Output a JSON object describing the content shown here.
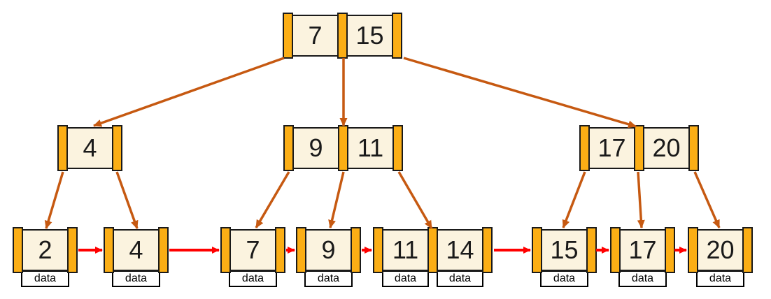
{
  "colors": {
    "slot_fill": "#FBAE15",
    "cell_fill": "#FBF3DF",
    "border": "#1A1A1A",
    "tree_edge": "#C65911",
    "list_edge": "#FF0000",
    "data_box_fill": "#FFFFFF",
    "background": "#FFFFFF",
    "text": "#1A1A1A"
  },
  "tree": {
    "root": {
      "keys": [
        "7",
        "15"
      ]
    },
    "internal": [
      {
        "keys": [
          "4"
        ]
      },
      {
        "keys": [
          "9",
          "11"
        ]
      },
      {
        "keys": [
          "17",
          "20"
        ]
      }
    ],
    "leaves": [
      {
        "keys": [
          "2"
        ],
        "data_labels": [
          "data"
        ]
      },
      {
        "keys": [
          "4"
        ],
        "data_labels": [
          "data"
        ]
      },
      {
        "keys": [
          "7"
        ],
        "data_labels": [
          "data"
        ]
      },
      {
        "keys": [
          "9"
        ],
        "data_labels": [
          "data"
        ]
      },
      {
        "keys": [
          "11",
          "14"
        ],
        "data_labels": [
          "data",
          "data"
        ]
      },
      {
        "keys": [
          "15"
        ],
        "data_labels": [
          "data"
        ]
      },
      {
        "keys": [
          "17"
        ],
        "data_labels": [
          "data"
        ]
      },
      {
        "keys": [
          "20"
        ],
        "data_labels": [
          "data"
        ]
      }
    ]
  }
}
